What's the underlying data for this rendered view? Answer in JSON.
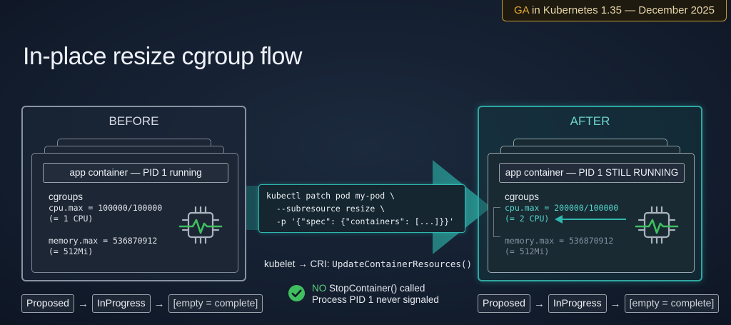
{
  "badge": {
    "ga": "GA",
    "text": " in Kubernetes 1.35 — December 2025"
  },
  "title": "In-place resize cgroup flow",
  "before": {
    "heading": "BEFORE",
    "container": "app container — PID 1 running",
    "cgroups_label": "cgroups",
    "cpu_line": "cpu.max = 100000/100000",
    "cpu_note": "(= 1 CPU)",
    "mem_line": "memory.max = 536870912",
    "mem_note": "(= 512Mi)",
    "states": [
      "Proposed",
      "InProgress",
      "[empty = complete]"
    ]
  },
  "after": {
    "heading": "AFTER",
    "container": "app container — PID 1 STILL RUNNING",
    "cgroups_label": "cgroups",
    "cpu_line": "cpu.max = 200000/100000",
    "cpu_note": "(= 2 CPU)",
    "mem_line": "memory.max = 536870912",
    "mem_note": "(= 512Mi)",
    "states": [
      "Proposed",
      "InProgress",
      "[empty = complete]"
    ]
  },
  "command": {
    "lines": [
      "kubectl patch pod my-pod \\",
      "  --subresource resize \\",
      "  -p '{\"spec\": {\"containers\": [...]}}'"
    ]
  },
  "cri": {
    "prefix": "kubelet → CRI: ",
    "fn": "UpdateContainerResources()"
  },
  "result": {
    "no": "NO",
    "line1_rest": " StopContainer() called",
    "line2": "Process PID 1 never signaled"
  },
  "icons": {
    "chip": "cpu-chip-heartbeat-icon",
    "check": "check-circle-icon",
    "arrow": "resize-arrow-icon"
  },
  "colors": {
    "teal": "#2fb8b0",
    "gold": "#e5a830",
    "green": "#3fbf5f"
  }
}
